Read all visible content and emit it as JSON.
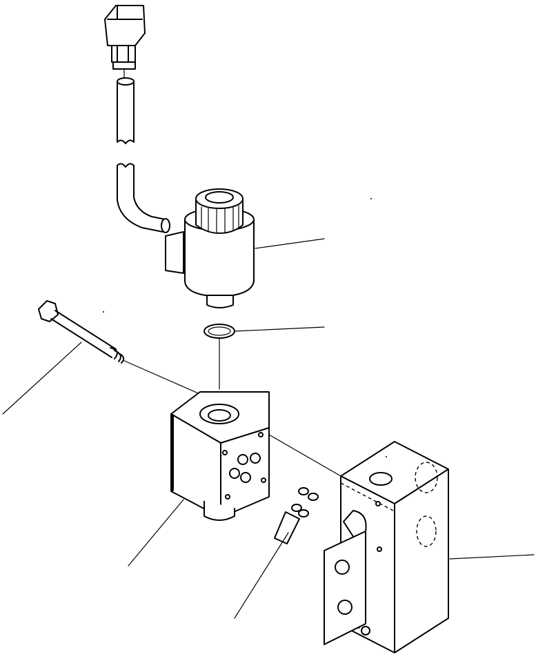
{
  "diagram": {
    "kind": "exploded-parts-drawing",
    "parts": [
      {
        "id": "connector",
        "icon": "electrical-connector-icon"
      },
      {
        "id": "wire-harness",
        "icon": "cable-icon"
      },
      {
        "id": "solenoid-coil",
        "icon": "solenoid-coil-icon"
      },
      {
        "id": "o-ring",
        "icon": "o-ring-icon"
      },
      {
        "id": "bolt",
        "icon": "bolt-icon"
      },
      {
        "id": "valve-body",
        "icon": "valve-block-icon"
      },
      {
        "id": "o-ring-set",
        "icon": "o-ring-set-icon"
      },
      {
        "id": "mounting-block",
        "icon": "manifold-block-icon"
      }
    ],
    "leader_count": 6,
    "line_color": "#000000",
    "background_color": "#ffffff"
  }
}
